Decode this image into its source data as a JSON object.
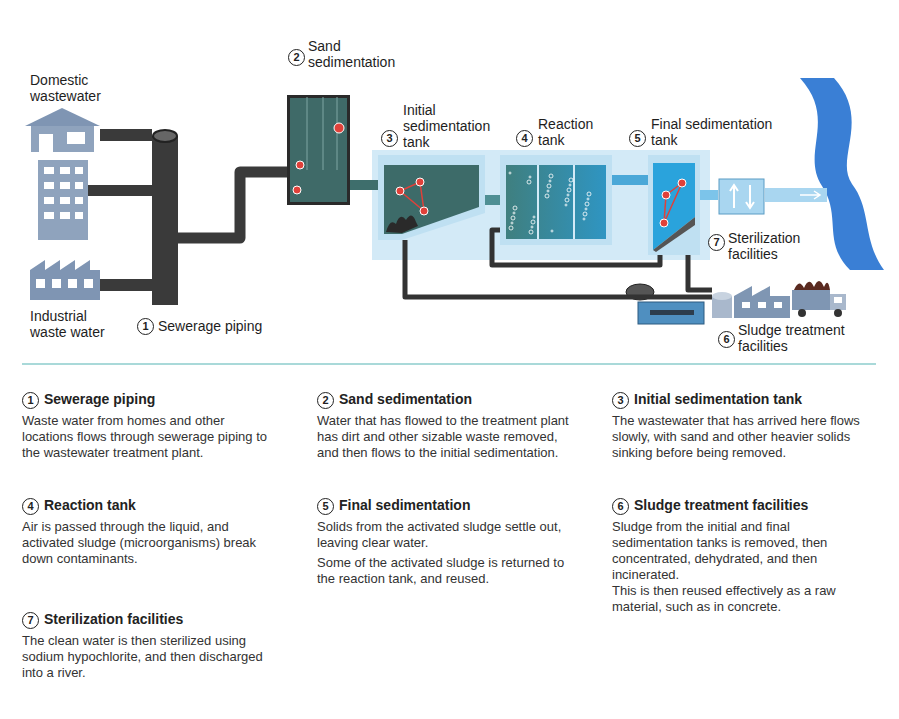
{
  "diagram": {
    "nodes": [
      {
        "text": [
          "Domestic wastewater"
        ]
      },
      {
        "text": [
          "Industrial waste water"
        ]
      },
      {
        "text": [
          "Sewerage piping"
        ]
      },
      {
        "text": [
          "Sand sedimentation"
        ]
      },
      {
        "text": [
          "Initial sedimentation tank"
        ]
      },
      {
        "text": [
          "Reaction tank"
        ]
      },
      {
        "text": [
          "Final sedimentation tank"
        ]
      },
      {
        "text": [
          "Sterilization facilities"
        ]
      },
      {
        "text": [
          "Sludge treatment facilities"
        ]
      }
    ],
    "edges": [
      {
        "from": 0,
        "to": 2,
        "arrow": "none"
      },
      {
        "from": 1,
        "to": 2,
        "arrow": "none"
      },
      {
        "from": 2,
        "to": 3,
        "arrow": "none"
      },
      {
        "from": 3,
        "to": 4,
        "arrow": "none"
      },
      {
        "from": 4,
        "to": 5,
        "arrow": "none"
      },
      {
        "from": 5,
        "to": 6,
        "arrow": "none"
      },
      {
        "from": 6,
        "to": 7,
        "arrow": "none"
      },
      {
        "from": 4,
        "to": 8,
        "arrow": "none"
      },
      {
        "from": 6,
        "to": 8,
        "arrow": "none"
      },
      {
        "from": 6,
        "to": 5,
        "arrow": "none"
      }
    ],
    "labels": [
      "1",
      "2",
      "3",
      "4",
      "5",
      "6",
      "7",
      "1",
      "Sewerage piping",
      "Waste water from homes and other locations flows through sewerage piping to the wastewater treatment plant.",
      "2",
      "Sand sedimentation",
      "Water that has flowed to the treatment plant has dirt and other sizable waste removed, and then flows to the initial sedimentation.",
      "3",
      "Initial sedimentation tank",
      "The wastewater that has arrived here flows slowly, with sand and other heavier solids sinking before being removed.",
      "4",
      "Reaction tank",
      "Air is passed through the liquid, and activated sludge (microorganisms) break down contaminants.",
      "5",
      "Final sedimentation",
      "Solids from the activated sludge settle out, leaving clear water.",
      "Some of the activated sludge is returned to the reaction tank, and reused.",
      "6",
      "Sludge treatment facilities",
      "Sludge from the initial and final sedimentation tanks is removed, then concentrated, dehydrated, and then incinerated.",
      "This is then reused effectively as a raw material, such as in concrete.",
      "7",
      "Sterilization facilities",
      "The clean water is then sterilized using sodium hypochlorite, and then discharged into a river."
    ]
  }
}
